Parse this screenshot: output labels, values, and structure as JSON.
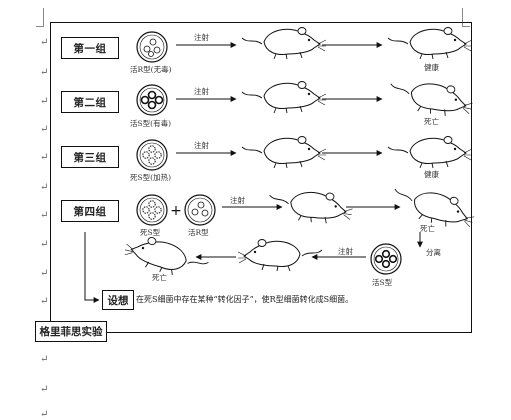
{
  "groups": [
    {
      "label": "第一组",
      "dish": "活R型(无毒)",
      "inject": "注射",
      "outcome": "健康"
    },
    {
      "label": "第二组",
      "dish": "活S型(有毒)",
      "inject": "注射",
      "outcome": "死亡"
    },
    {
      "label": "第三组",
      "dish": "死S型(加热)",
      "inject": "注射",
      "outcome": "健康"
    },
    {
      "label": "第四组",
      "dish_a": "死S型",
      "dish_b": "活R型",
      "inject": "注射",
      "outcome": "死亡",
      "separate": "分离",
      "isolated": "活S型",
      "final_inject": "注射",
      "final_outcome": "死亡"
    }
  ],
  "hypothesis": {
    "label": "设想",
    "text": "在死S细菌中存在某种“转化因子”，使R型细菌转化成S细菌。"
  },
  "title": {
    "text": "格里菲思实验"
  },
  "paragraph_mark": "↵",
  "icons": {
    "dish": "petri-dish-icon",
    "mouse": "mouse-icon",
    "arrow": "arrow-icon"
  }
}
